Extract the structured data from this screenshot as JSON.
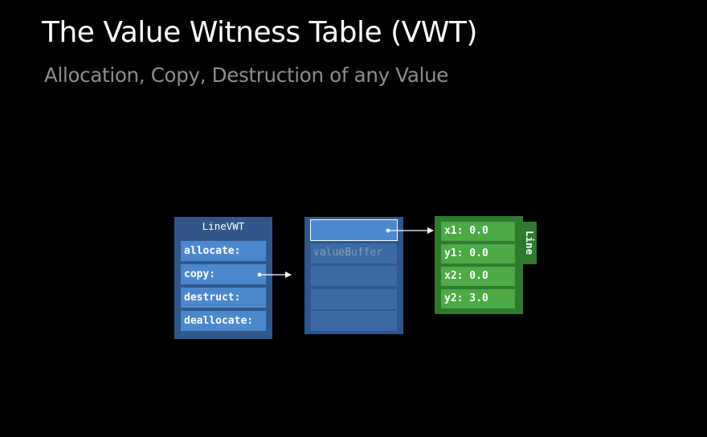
{
  "slide": {
    "title": "The Value Witness Table (VWT)",
    "subtitle": "Allocation, Copy, Destruction of any Value"
  },
  "vwt": {
    "header": "LineVWT",
    "entries": [
      "allocate:",
      "copy:",
      "destruct:",
      "deallocate:"
    ]
  },
  "buffer": {
    "label": "valueBuffer"
  },
  "line_struct": {
    "type_label": "Line",
    "fields": [
      "x1: 0.0",
      "y1: 0.0",
      "x2: 0.0",
      "y2: 3.0"
    ]
  },
  "colors": {
    "background": "#000000",
    "vwt_container": "#31578a",
    "vwt_entry": "#4b88cd",
    "line_container": "#2f7a2e",
    "line_field": "#4daa47"
  }
}
